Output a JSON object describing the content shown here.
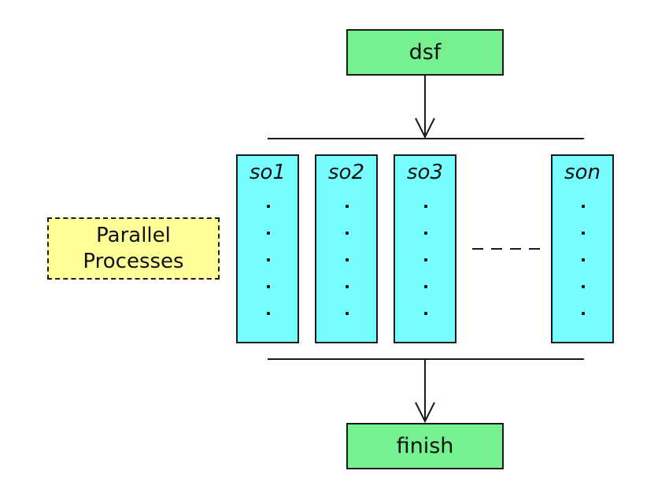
{
  "start_node": {
    "label": "dsf"
  },
  "end_node": {
    "label": "finish"
  },
  "note": {
    "line1": "Parallel",
    "line2": "Processes"
  },
  "processes": [
    {
      "label": "so1"
    },
    {
      "label": "so2"
    },
    {
      "label": "so3"
    },
    {
      "label": "son"
    }
  ],
  "colors": {
    "terminal_fill": "#77f08f",
    "process_fill": "#77ffff",
    "note_fill": "#ffff99",
    "stroke": "#1a1a1a"
  }
}
